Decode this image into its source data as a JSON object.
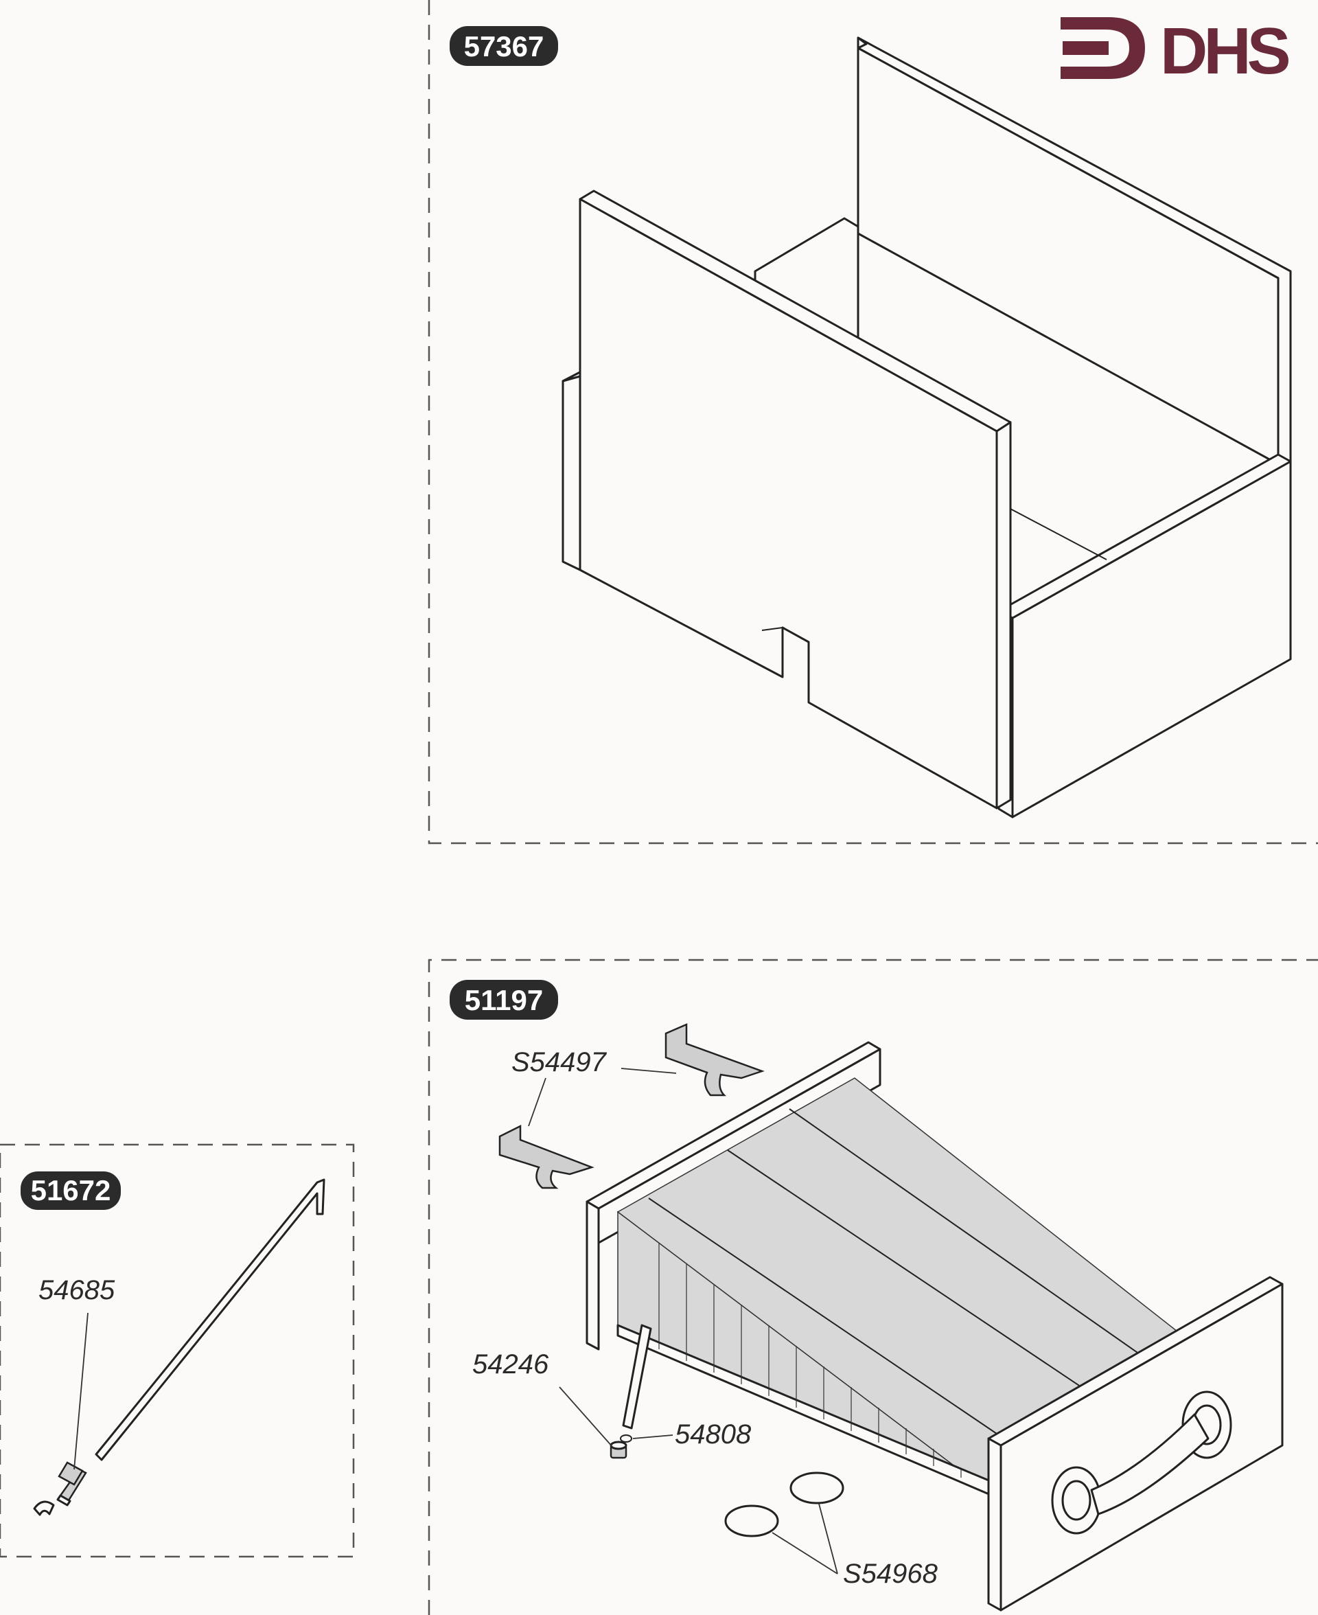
{
  "brand": {
    "logo_text": "DHS",
    "color": "#6b2a3a"
  },
  "panels": {
    "combustion_chamber": {
      "part_number": "57367"
    },
    "heat_exchanger": {
      "part_number": "51197",
      "callouts": {
        "clip": "S54497",
        "plug": "54246",
        "seal": "54808",
        "gasket": "S54968"
      }
    },
    "electrode": {
      "part_number": "51672",
      "callouts": {
        "connector": "54685"
      }
    }
  },
  "colors": {
    "badge": "#2b2b2b",
    "line": "#222222",
    "frame": "#555555"
  }
}
